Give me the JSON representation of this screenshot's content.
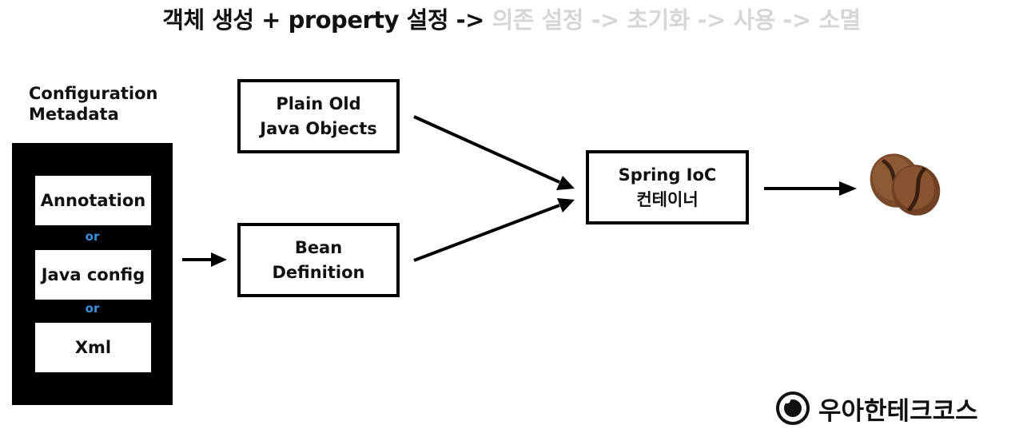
{
  "title": {
    "active": "객체 생성 + property 설정 ->",
    "inactive": "의존 설정 -> 초기화 -> 사용 -> 소멸"
  },
  "config": {
    "label_line1": "Configuration",
    "label_line2": "Metadata",
    "items": [
      "Annotation",
      "Java config",
      "Xml"
    ],
    "separator": "or"
  },
  "pojo": {
    "line1": "Plain Old",
    "line2": "Java Objects"
  },
  "bean_definition": {
    "line1": "Bean",
    "line2": "Definition"
  },
  "container": {
    "line1": "Spring IoC",
    "line2": "컨테이너"
  },
  "result_icon": "coffee-bean-icon",
  "brand": {
    "name": "우아한테크코스"
  },
  "colors": {
    "separator": "#3b8fe0",
    "inactive_title": "#d6d6d6"
  }
}
